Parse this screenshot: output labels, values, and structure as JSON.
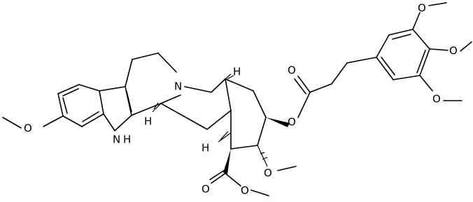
{
  "molecule": {
    "atom_labels": {
      "N_piperidine": "N",
      "NH_indole": "N",
      "H_indole": "H",
      "H_stereo_top": "H",
      "H_stereo_left": "H",
      "H_stereo_center": "H",
      "O_methoxy_indole": "O",
      "O_ester_link": "O",
      "O_ester_carbonyl": "O",
      "O_methoxy_ring": "O",
      "O_carbonyl_methylester": "O",
      "O_methylester": "O",
      "O_trimethoxy_top": "O",
      "O_trimethoxy_mid": "O",
      "O_trimethoxy_bottom": "O"
    }
  }
}
